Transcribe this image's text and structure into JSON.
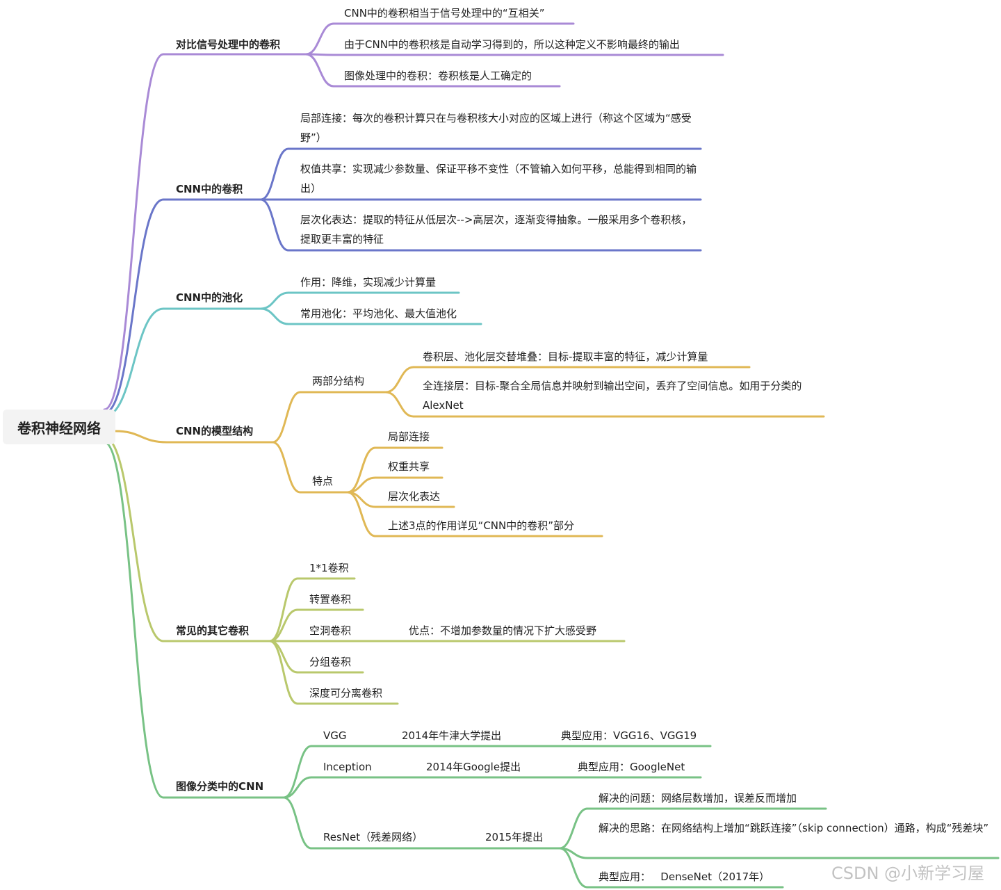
{
  "root": "卷积神经网络",
  "colors": {
    "purple": "#a98ad6",
    "indigo": "#6a76c9",
    "teal": "#6cc5c5",
    "gold": "#e0b855",
    "olive": "#b9c86c",
    "green": "#78c285"
  },
  "branches": {
    "signal": {
      "title": "对比信号处理中的卷积",
      "items": [
        "CNN中的卷积相当于信号处理中的“互相关”",
        "由于CNN中的卷积核是自动学习得到的，所以这种定义不影响最终的输出",
        "图像处理中的卷积：卷积核是人工确定的"
      ]
    },
    "conv": {
      "title": "CNN中的卷积",
      "items": [
        "局部连接：每次的卷积计算只在与卷积核大小对应的区域上进行（称这个区域为“感受野”）",
        "权值共享：实现减少参数量、保证平移不变性（不管输入如何平移，总能得到相同的输出）",
        "层次化表达：提取的特征从低层次-->高层次，逐渐变得抽象。一般采用多个卷积核，提取更丰富的特征"
      ]
    },
    "pool": {
      "title": "CNN中的池化",
      "items": [
        "作用：降维，实现减少计算量",
        "常用池化：平均池化、最大值池化"
      ]
    },
    "model": {
      "title": "CNN的模型结构",
      "two_parts": {
        "title": "两部分结构",
        "items": [
          "卷积层、池化层交替堆叠：目标-提取丰富的特征，减少计算量",
          "全连接层：目标-聚合全局信息并映射到输出空间，丢弃了空间信息。如用于分类的AlexNet"
        ]
      },
      "features": {
        "title": "特点",
        "items": [
          "局部连接",
          "权重共享",
          "层次化表达",
          "上述3点的作用详见“CNN中的卷积”部分"
        ]
      }
    },
    "other": {
      "title": "常见的其它卷积",
      "items": [
        "1*1卷积",
        "转置卷积",
        "空洞卷积",
        "分组卷积",
        "深度可分离卷积"
      ],
      "dilated_note": "优点：不增加参数量的情况下扩大感受野"
    },
    "classify": {
      "title": "图像分类中的CNN",
      "vgg": {
        "name": "VGG",
        "year": "2014年牛津大学提出",
        "app": "典型应用：VGG16、VGG19"
      },
      "inception": {
        "name": "Inception",
        "year": "2014年Google提出",
        "app": "典型应用：GoogleNet"
      },
      "resnet": {
        "name": "ResNet（残差网络）",
        "year": "2015年提出",
        "items": [
          "解决的问题：网络层数增加，误差反而增加",
          "解决的思路：在网络结构上增加“跳跃连接”（skip connection）通路，构成“残差块”",
          "典型应用：   DenseNet（2017年）"
        ]
      }
    }
  },
  "watermark": "CSDN @小新学习屋"
}
